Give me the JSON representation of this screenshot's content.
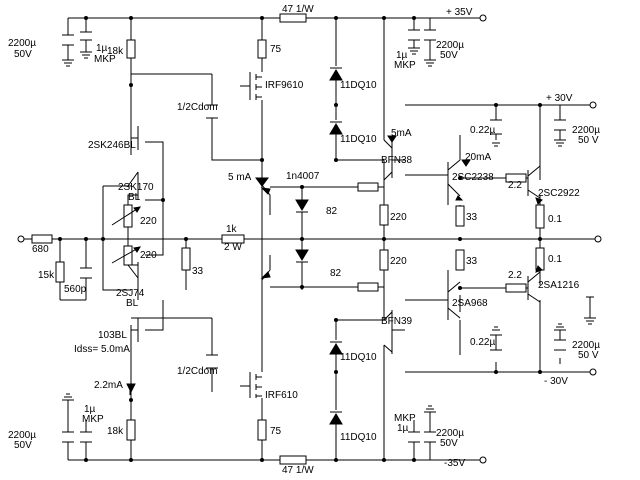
{
  "labels": {
    "r_top_47": "47 1/W",
    "r_bot_47": "47 1/W",
    "rail_p35": "+ 35V",
    "rail_p30": "+ 30V",
    "rail_m30": "- 30V",
    "rail_m35": "-35V",
    "c_tl_2200": "2200µ",
    "c_tl_50v": "50V",
    "c_tl_1u": "1µ",
    "c_tl_mkp": "MKP",
    "c_tr_1u": "1µ",
    "c_tr_mkp": "MKP",
    "c_tr_2200": "2200µ",
    "c_tr_50v": "50V",
    "r_18k_top": "18k",
    "r_75_top": "75",
    "q_irf9610": "IRF9610",
    "d_11dq10_a": "11DQ10",
    "d_11dq10_b": "11DQ10",
    "c_half_top": "1/2Cdom",
    "q_2sk246": "2SK246BL",
    "q_2sk170": "2SK170",
    "q_2sk170_bl": "BL",
    "i_5ma_left": "5 mA",
    "d_1n4007": "1n4007",
    "i_5ma_right": "5mA",
    "q_bfn38": "BFN38",
    "i_20ma": "20mA",
    "q_2sc2238": "2SC2238",
    "c_022_top": "0.22µ",
    "c_r_2200_top": "2200µ",
    "c_r_50v_top": "50 V",
    "r_22_top": "2.2",
    "q_2sc2922": "2SC2922",
    "r_01_top": "0.1",
    "r_220_pot1": "220",
    "r_82_top": "82",
    "r_220_mid1": "220",
    "r_33_top": "33",
    "r_680": "680",
    "r_1k": "1k",
    "r_1k_2w": "2 W",
    "r_220_pot2": "220",
    "r_33_mid": "33",
    "r_15k": "15k",
    "c_560p": "560p",
    "r_82_bot": "82",
    "r_220_mid2": "220",
    "r_33_bot": "33",
    "r_01_bot": "0.1",
    "r_22_bot": "2.2",
    "q_2sa1216": "2SA1216",
    "q_2sj74": "2SJ74",
    "q_2sj74_bl": "BL",
    "q_2sa968": "2SA968",
    "q_103bl": "103BL",
    "i_idss": "Idss= 5.0mA",
    "q_bfn39": "BFN39",
    "c_022_bot": "0.22µ",
    "c_r_2200_bot": "2200µ",
    "c_r_50v_bot": "50 V",
    "c_half_bot": "1/2Cdom",
    "i_22ma": "2.2mA",
    "q_irf610": "IRF610",
    "c_bl_1u": "1µ",
    "c_bl_mkp": "MKP",
    "c_bl_2200": "2200µ",
    "c_bl_50v": "50V",
    "r_18k_bot": "18k",
    "r_75_bot": "75",
    "c_br_mkp": "MKP",
    "c_br_1u": "1µ",
    "c_br_2200": "2200µ",
    "c_br_50v": "50V"
  }
}
